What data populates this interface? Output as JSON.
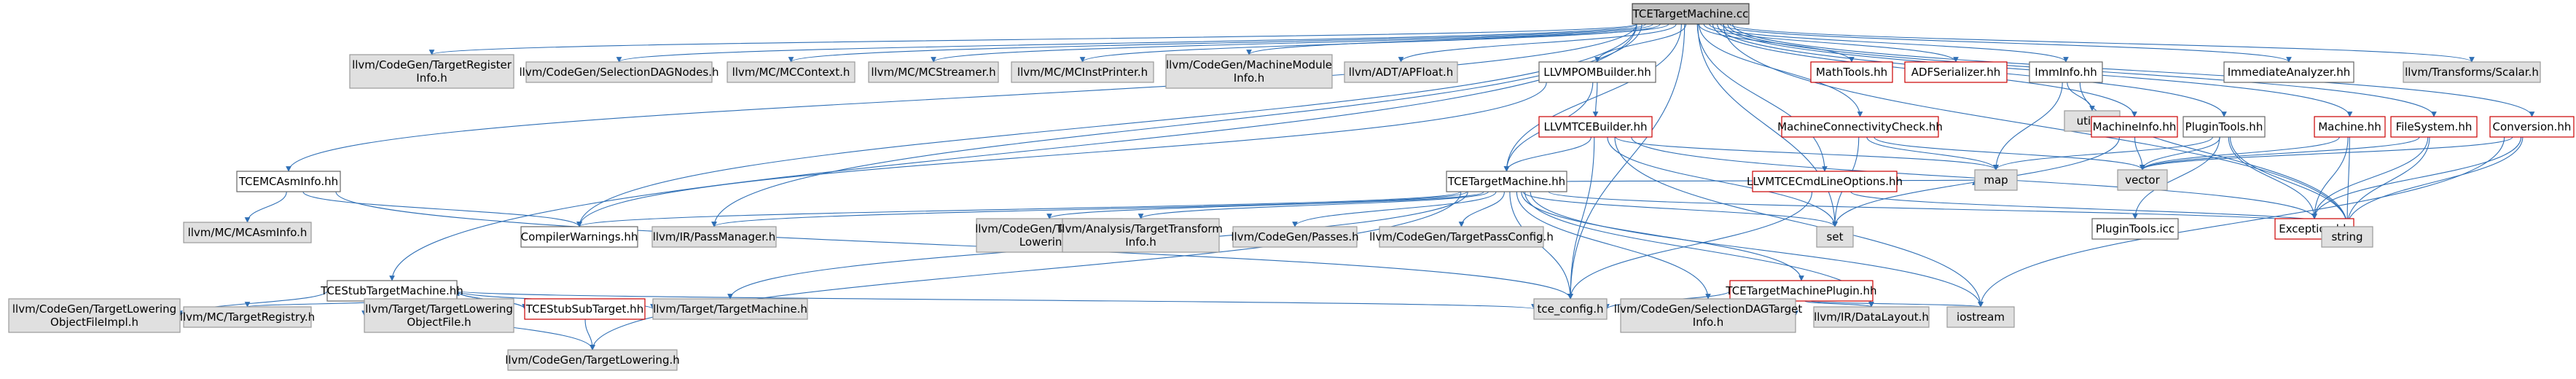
{
  "graph": {
    "title": "TCETargetMachine.cc",
    "nodes": [
      {
        "id": "root",
        "lines": [
          "TCETargetMachine.cc"
        ],
        "style": "root"
      },
      {
        "id": "tgtreg",
        "lines": [
          "llvm/CodeGen/TargetRegister",
          "Info.h"
        ],
        "style": "ext"
      },
      {
        "id": "seldagnodes",
        "lines": [
          "llvm/CodeGen/SelectionDAGNodes.h"
        ],
        "style": "ext"
      },
      {
        "id": "mccontext",
        "lines": [
          "llvm/MC/MCContext.h"
        ],
        "style": "ext"
      },
      {
        "id": "mcstreamer",
        "lines": [
          "llvm/MC/MCStreamer.h"
        ],
        "style": "ext"
      },
      {
        "id": "mcinstprinter",
        "lines": [
          "llvm/MC/MCInstPrinter.h"
        ],
        "style": "ext"
      },
      {
        "id": "machinemodule",
        "lines": [
          "llvm/CodeGen/MachineModule",
          "Info.h"
        ],
        "style": "ext"
      },
      {
        "id": "apfloat",
        "lines": [
          "llvm/ADT/APFloat.h"
        ],
        "style": "ext"
      },
      {
        "id": "llvmpom",
        "lines": [
          "LLVMPOMBuilder.hh"
        ],
        "style": "normal"
      },
      {
        "id": "mathtools",
        "lines": [
          "MathTools.hh"
        ],
        "style": "red"
      },
      {
        "id": "adfser",
        "lines": [
          "ADFSerializer.hh"
        ],
        "style": "red"
      },
      {
        "id": "imminfo",
        "lines": [
          "ImmInfo.hh"
        ],
        "style": "normal"
      },
      {
        "id": "immanalyzer",
        "lines": [
          "ImmediateAnalyzer.hh"
        ],
        "style": "normal"
      },
      {
        "id": "transformsscalar",
        "lines": [
          "llvm/Transforms/Scalar.h"
        ],
        "style": "ext"
      },
      {
        "id": "utility",
        "lines": [
          "utility"
        ],
        "style": "ext"
      },
      {
        "id": "llvmtcebuilder",
        "lines": [
          "LLVMTCEBuilder.hh"
        ],
        "style": "red"
      },
      {
        "id": "machconn",
        "lines": [
          "MachineConnectivityCheck.hh"
        ],
        "style": "red"
      },
      {
        "id": "machineinfo",
        "lines": [
          "MachineInfo.hh"
        ],
        "style": "red"
      },
      {
        "id": "plugintools",
        "lines": [
          "PluginTools.hh"
        ],
        "style": "normal"
      },
      {
        "id": "machine",
        "lines": [
          "Machine.hh"
        ],
        "style": "red"
      },
      {
        "id": "filesystem",
        "lines": [
          "FileSystem.hh"
        ],
        "style": "red"
      },
      {
        "id": "conversion",
        "lines": [
          "Conversion.hh"
        ],
        "style": "red"
      },
      {
        "id": "tcemcasm",
        "lines": [
          "TCEMCAsmInfo.hh"
        ],
        "style": "normal"
      },
      {
        "id": "tcetm",
        "lines": [
          "TCETargetMachine.hh"
        ],
        "style": "normal"
      },
      {
        "id": "llvmtcecmd",
        "lines": [
          "LLVMTCECmdLineOptions.hh"
        ],
        "style": "red"
      },
      {
        "id": "map",
        "lines": [
          "map"
        ],
        "style": "ext"
      },
      {
        "id": "vector",
        "lines": [
          "vector"
        ],
        "style": "ext"
      },
      {
        "id": "plugintoolsicc",
        "lines": [
          "PluginTools.icc"
        ],
        "style": "normal"
      },
      {
        "id": "exception",
        "lines": [
          "Exception.hh"
        ],
        "style": "red"
      },
      {
        "id": "mcasminfo",
        "lines": [
          "llvm/MC/MCAsmInfo.h"
        ],
        "style": "ext"
      },
      {
        "id": "compilerwarnings",
        "lines": [
          "CompilerWarnings.hh"
        ],
        "style": "normal"
      },
      {
        "id": "passmanager",
        "lines": [
          "llvm/IR/PassManager.h"
        ],
        "style": "ext"
      },
      {
        "id": "tgtframe",
        "lines": [
          "llvm/CodeGen/TargetFrame",
          "Lowering.h"
        ],
        "style": "ext"
      },
      {
        "id": "analysistt",
        "lines": [
          "llvm/Analysis/TargetTransform",
          "Info.h"
        ],
        "style": "ext"
      },
      {
        "id": "passes",
        "lines": [
          "llvm/CodeGen/Passes.h"
        ],
        "style": "ext"
      },
      {
        "id": "tgtpassconfig",
        "lines": [
          "llvm/CodeGen/TargetPassConfig.h"
        ],
        "style": "ext"
      },
      {
        "id": "set",
        "lines": [
          "set"
        ],
        "style": "ext"
      },
      {
        "id": "string",
        "lines": [
          "string"
        ],
        "style": "ext"
      },
      {
        "id": "tcestubtm",
        "lines": [
          "TCEStubTargetMachine.hh"
        ],
        "style": "normal"
      },
      {
        "id": "tcetmplugin",
        "lines": [
          "TCETargetMachinePlugin.hh"
        ],
        "style": "red"
      },
      {
        "id": "tgtloweringobjimpl",
        "lines": [
          "llvm/CodeGen/TargetLowering",
          "ObjectFileImpl.h"
        ],
        "style": "ext"
      },
      {
        "id": "mctgtreg",
        "lines": [
          "llvm/MC/TargetRegistry.h"
        ],
        "style": "ext"
      },
      {
        "id": "tgtloweringobj",
        "lines": [
          "llvm/Target/TargetLowering",
          "ObjectFile.h"
        ],
        "style": "ext"
      },
      {
        "id": "tcestubsub",
        "lines": [
          "TCEStubSubTarget.hh"
        ],
        "style": "red"
      },
      {
        "id": "targetmachine",
        "lines": [
          "llvm/Target/TargetMachine.h"
        ],
        "style": "ext"
      },
      {
        "id": "tceconfig",
        "lines": [
          "tce_config.h"
        ],
        "style": "ext"
      },
      {
        "id": "seldagtgt",
        "lines": [
          "llvm/CodeGen/SelectionDAGTarget",
          "Info.h"
        ],
        "style": "ext"
      },
      {
        "id": "datalayout",
        "lines": [
          "llvm/IR/DataLayout.h"
        ],
        "style": "ext"
      },
      {
        "id": "iostream",
        "lines": [
          "iostream"
        ],
        "style": "ext"
      },
      {
        "id": "tgtlowering",
        "lines": [
          "llvm/CodeGen/TargetLowering.h"
        ],
        "style": "ext"
      }
    ],
    "edges": [
      [
        "root",
        "tgtreg"
      ],
      [
        "root",
        "seldagnodes"
      ],
      [
        "root",
        "mccontext"
      ],
      [
        "root",
        "mcstreamer"
      ],
      [
        "root",
        "mcinstprinter"
      ],
      [
        "root",
        "machinemodule"
      ],
      [
        "root",
        "apfloat"
      ],
      [
        "root",
        "llvmpom"
      ],
      [
        "root",
        "mathtools"
      ],
      [
        "root",
        "adfser"
      ],
      [
        "root",
        "imminfo"
      ],
      [
        "root",
        "immanalyzer"
      ],
      [
        "root",
        "transformsscalar"
      ],
      [
        "root",
        "machconn"
      ],
      [
        "root",
        "machineinfo"
      ],
      [
        "root",
        "plugintools"
      ],
      [
        "root",
        "machine"
      ],
      [
        "root",
        "filesystem"
      ],
      [
        "root",
        "conversion"
      ],
      [
        "root",
        "tcemcasm"
      ],
      [
        "root",
        "tcetm"
      ],
      [
        "root",
        "llvmtcecmd"
      ],
      [
        "root",
        "tcestubtm"
      ],
      [
        "root",
        "compilerwarnings"
      ],
      [
        "root",
        "passmanager"
      ],
      [
        "root",
        "tceconfig"
      ],
      [
        "root",
        "string"
      ],
      [
        "root",
        "set"
      ],
      [
        "llvmpom",
        "llvmtcebuilder"
      ],
      [
        "llvmpom",
        "tcetm"
      ],
      [
        "llvmpom",
        "compilerwarnings"
      ],
      [
        "imminfo",
        "utility"
      ],
      [
        "imminfo",
        "map"
      ],
      [
        "imminfo",
        "string"
      ],
      [
        "llvmtcebuilder",
        "tcetm"
      ],
      [
        "llvmtcebuilder",
        "map"
      ],
      [
        "llvmtcebuilder",
        "set"
      ],
      [
        "llvmtcebuilder",
        "exception"
      ],
      [
        "llvmtcebuilder",
        "tceconfig"
      ],
      [
        "llvmtcebuilder",
        "iostream"
      ],
      [
        "machconn",
        "map"
      ],
      [
        "machconn",
        "set"
      ],
      [
        "machconn",
        "vector"
      ],
      [
        "machineinfo",
        "set"
      ],
      [
        "machineinfo",
        "vector"
      ],
      [
        "plugintools",
        "map"
      ],
      [
        "plugintools",
        "vector"
      ],
      [
        "plugintools",
        "plugintoolsicc"
      ],
      [
        "plugintools",
        "exception"
      ],
      [
        "plugintools",
        "string"
      ],
      [
        "machine",
        "vector"
      ],
      [
        "machine",
        "exception"
      ],
      [
        "machine",
        "string"
      ],
      [
        "filesystem",
        "exception"
      ],
      [
        "filesystem",
        "string"
      ],
      [
        "filesystem",
        "vector"
      ],
      [
        "conversion",
        "exception"
      ],
      [
        "conversion",
        "string"
      ],
      [
        "conversion",
        "iostream"
      ],
      [
        "conversion",
        "vector"
      ],
      [
        "tcemcasm",
        "mcasminfo"
      ],
      [
        "tcemcasm",
        "compilerwarnings"
      ],
      [
        "tcemcasm",
        "tceconfig"
      ],
      [
        "tcetm",
        "compilerwarnings"
      ],
      [
        "tcetm",
        "passmanager"
      ],
      [
        "tcetm",
        "tgtframe"
      ],
      [
        "tcetm",
        "analysistt"
      ],
      [
        "tcetm",
        "passes"
      ],
      [
        "tcetm",
        "tgtpassconfig"
      ],
      [
        "tcetm",
        "set"
      ],
      [
        "tcetm",
        "string"
      ],
      [
        "tcetm",
        "tcetmplugin"
      ],
      [
        "tcetm",
        "tceconfig"
      ],
      [
        "tcetm",
        "seldagtgt"
      ],
      [
        "tcetm",
        "datalayout"
      ],
      [
        "tcetm",
        "tgtlowering"
      ],
      [
        "tcetm",
        "targetmachine"
      ],
      [
        "tcetm",
        "iostream"
      ],
      [
        "tcetm",
        "map"
      ],
      [
        "tcetmplugin",
        "tceconfig"
      ],
      [
        "tcetmplugin",
        "seldagtgt"
      ],
      [
        "tcetmplugin",
        "datalayout"
      ],
      [
        "tcetmplugin",
        "iostream"
      ],
      [
        "llvmtcecmd",
        "tceconfig"
      ],
      [
        "llvmtcecmd",
        "string"
      ],
      [
        "tcestubtm",
        "tgtloweringobjimpl"
      ],
      [
        "tcestubtm",
        "mctgtreg"
      ],
      [
        "tcestubtm",
        "tgtloweringobj"
      ],
      [
        "tcestubtm",
        "tcestubsub"
      ],
      [
        "tcestubtm",
        "targetmachine"
      ],
      [
        "tcestubtm",
        "tceconfig"
      ],
      [
        "tcestubtm",
        "tgtlowering"
      ],
      [
        "tcestubsub",
        "tcestubtm"
      ],
      [
        "tcestubsub",
        "tgtlowering"
      ],
      [
        "exception",
        "string"
      ]
    ],
    "colors": {
      "edge": "#2f6fb5",
      "normal_border": "#666666",
      "red_border": "#cc0000",
      "ext_fill": "#e0e0e0",
      "ext_border": "#999999",
      "root_fill": "#bfbfbf",
      "root_border": "#404040",
      "node_fill": "#ffffff"
    }
  }
}
